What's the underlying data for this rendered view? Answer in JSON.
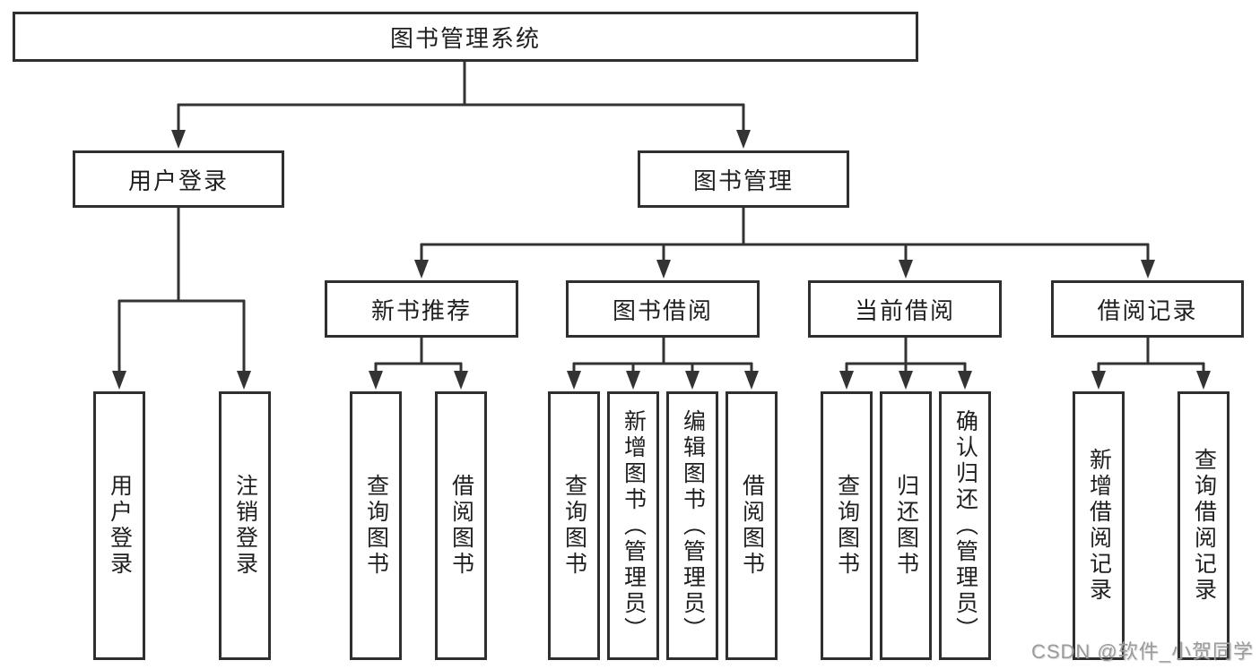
{
  "diagram": {
    "root": {
      "label": "图书管理系统"
    },
    "branches": [
      {
        "label": "用户登录",
        "children": [
          {
            "label": "用户登录"
          },
          {
            "label": "注销登录"
          }
        ]
      },
      {
        "label": "图书管理",
        "children": [
          {
            "label": "新书推荐",
            "children": [
              {
                "label": "查询图书"
              },
              {
                "label": "借阅图书"
              }
            ]
          },
          {
            "label": "图书借阅",
            "children": [
              {
                "label": "查询图书"
              },
              {
                "label": "新增图书（管理员）"
              },
              {
                "label": "编辑图书（管理员）"
              },
              {
                "label": "借阅图书"
              }
            ]
          },
          {
            "label": "当前借阅",
            "children": [
              {
                "label": "查询图书"
              },
              {
                "label": "归还图书"
              },
              {
                "label": "确认归还（管理员）"
              }
            ]
          },
          {
            "label": "借阅记录",
            "children": [
              {
                "label": "新增借阅记录"
              },
              {
                "label": "查询借阅记录"
              }
            ]
          }
        ]
      }
    ]
  },
  "watermark": {
    "text": "CSDN @软件_小贺同学"
  },
  "colors": {
    "line_color": "#333333",
    "box_border": "#2f2f2f",
    "box_fill": "#ffffff",
    "text_color": "#1f1f1f",
    "bg_color": "#ffffff",
    "watermark_color": "#9b9b9b"
  }
}
